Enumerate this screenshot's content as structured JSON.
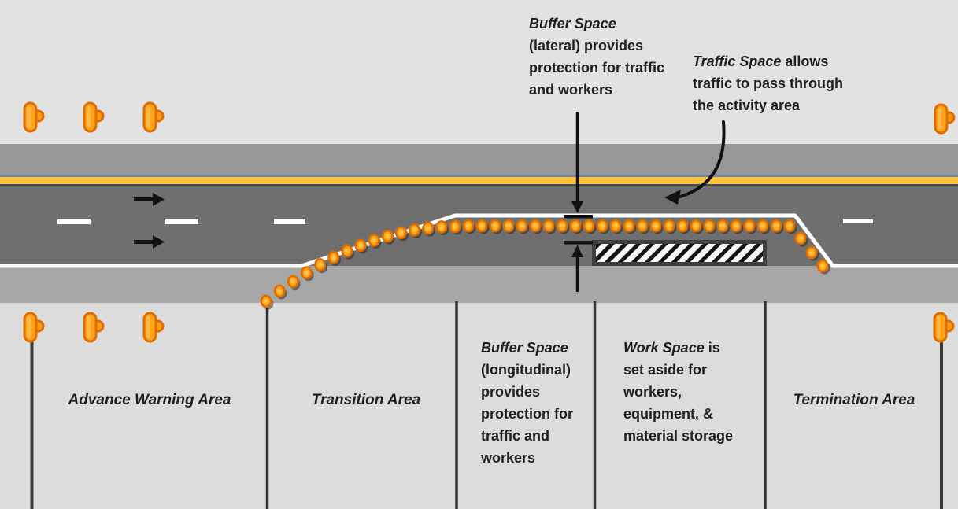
{
  "annotations": {
    "buffer_lateral": {
      "term": "Buffer Space",
      "lines": [
        "(lateral) provides",
        "protection for traffic",
        "and workers"
      ]
    },
    "traffic_space": {
      "term": "Traffic Space",
      "after_term": " allows",
      "lines": [
        "traffic to pass through",
        "the activity area"
      ]
    },
    "buffer_longitudinal": {
      "term": "Buffer Space",
      "lines": [
        "(longitudinal)",
        "provides",
        "protection for",
        "traffic and",
        "workers"
      ]
    },
    "work_space": {
      "term": "Work Space",
      "after_term": " is",
      "lines": [
        "set aside for",
        "workers,",
        "equipment, &",
        "material storage"
      ]
    }
  },
  "area_labels": {
    "advance": "Advance Warning Area",
    "transition": "Transition Area",
    "termination": "Termination Area"
  },
  "icons": {
    "warning_sign": "orange roadside warning sign on post (side view)",
    "cone": "orange channelizing device / traffic cone (plan view dot)",
    "lane_arrow": "black right-pointing traffic direction arrow"
  },
  "colors": {
    "accent_orange": "#ffa41c",
    "accent_orange_dark": "#e06d00",
    "lane_yellow": "#fdc535",
    "road_gray": "#6f6f6f",
    "shoulder_gray": "#989898",
    "shoulder_gray_light": "#a7a7a7",
    "background_gray": "#e2e2e2",
    "background_gray_bottom": "#dcdcdc",
    "text_dark": "#1f1f1f",
    "line_dark": "#333333",
    "white": "#ffffff"
  }
}
